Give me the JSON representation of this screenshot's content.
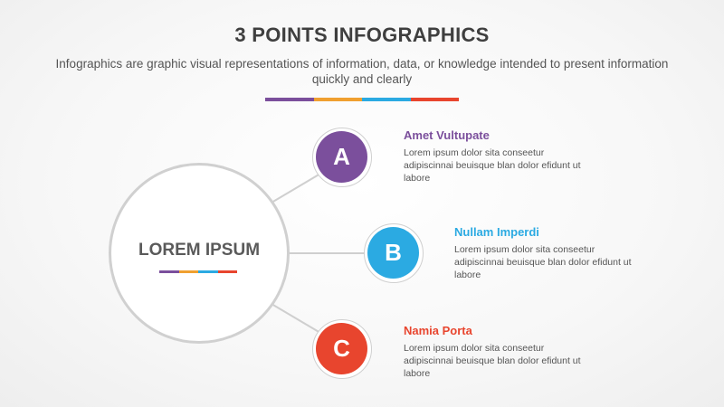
{
  "header": {
    "title": "3 POINTS INFOGRAPHICS",
    "subtitle": "Infographics are graphic visual representations of information, data, or knowledge intended to present information quickly and clearly"
  },
  "colors": {
    "purple": "#7b4f9c",
    "orange": "#f0a030",
    "blue": "#2baae2",
    "red": "#e8452e",
    "connector": "#cfcfcf"
  },
  "hub": {
    "label": "LOREM IPSUM"
  },
  "items": [
    {
      "letter": "A",
      "title": "Amet Vultupate",
      "description": "Lorem ipsum dolor sita conseetur adipiscinnai beuisque blan dolor efidunt ut labore",
      "color": "#7b4f9c"
    },
    {
      "letter": "B",
      "title": "Nullam Imperdi",
      "description": "Lorem ipsum dolor sita conseetur adipiscinnai beuisque blan dolor efidunt ut labore",
      "color": "#2baae2"
    },
    {
      "letter": "C",
      "title": "Namia Porta",
      "description": "Lorem ipsum dolor sita conseetur adipiscinnai beuisque blan dolor efidunt ut labore",
      "color": "#e8452e"
    }
  ]
}
